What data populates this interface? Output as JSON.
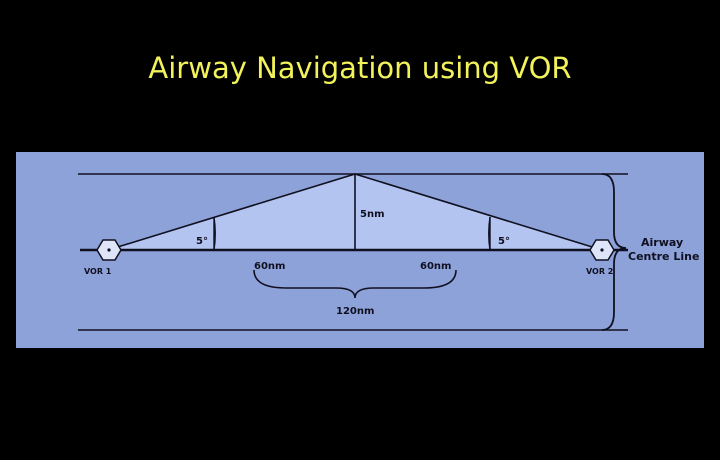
{
  "title": "Airway Navigation using VOR",
  "colors": {
    "background": "#000000",
    "title": "#f2f25a",
    "panel": "#8ea2da",
    "triangle_fill": "#b3c4f0",
    "line": "#101020"
  },
  "diagram": {
    "vor1_label": "VOR 1",
    "vor2_label": "VOR 2",
    "angle_left": "5°",
    "angle_right": "5°",
    "height_label": "5nm",
    "left_distance": "60nm",
    "right_distance": "60nm",
    "total_distance": "120nm",
    "airway_label": "Airway",
    "centre_line_label": "Centre Line"
  }
}
